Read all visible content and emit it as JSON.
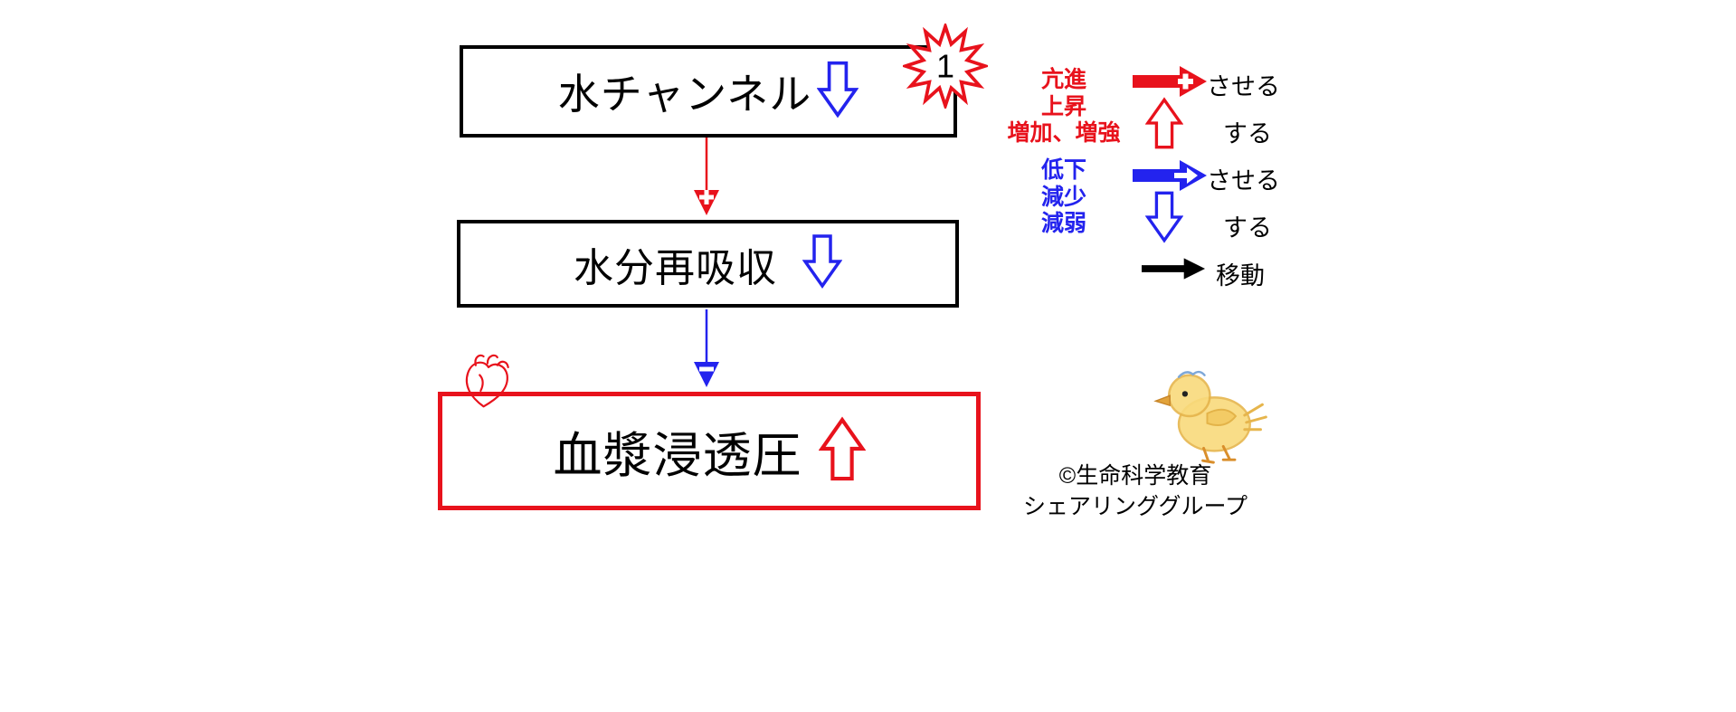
{
  "colors": {
    "red": "#e8121c",
    "blue": "#2323ee",
    "black": "#000000"
  },
  "flow": {
    "box1": {
      "label": "水チャンネル",
      "badge": "1"
    },
    "box2": {
      "label": "水分再吸収"
    },
    "box3": {
      "label": "血漿浸透圧"
    }
  },
  "legend": {
    "increase": {
      "terms": [
        "亢進",
        "上昇",
        "増加、増強"
      ],
      "causative_label": "させる",
      "plain_label": "する"
    },
    "decrease": {
      "terms": [
        "低下",
        "減少",
        "減弱"
      ],
      "causative_label": "させる",
      "plain_label": "する"
    },
    "move_label": "移動"
  },
  "credit": {
    "line1": "©生命科学教育",
    "line2": "シェアリンググループ"
  }
}
